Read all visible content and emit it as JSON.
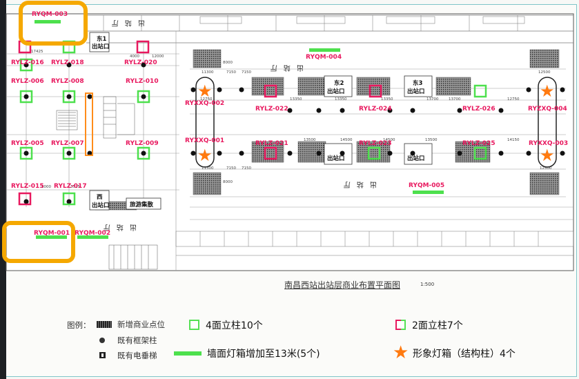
{
  "labels": [
    {
      "id": "ryqm-003",
      "text": "RYQM-003"
    },
    {
      "id": "ryqm-004",
      "text": "RYQM-004"
    },
    {
      "id": "ryqm-005",
      "text": "RYQM-005"
    },
    {
      "id": "ryqm-001",
      "text": "RYQM-001"
    },
    {
      "id": "ryqm-002",
      "text": "RYQM-002"
    },
    {
      "id": "rylz-016",
      "text": "RYLZ-016"
    },
    {
      "id": "rylz-018",
      "text": "RYLZ-018"
    },
    {
      "id": "rylz-020",
      "text": "RYLZ-020"
    },
    {
      "id": "rylz-006",
      "text": "RYLZ-006"
    },
    {
      "id": "rylz-008",
      "text": "RYLZ-008"
    },
    {
      "id": "rylz-010",
      "text": "RYLZ-010"
    },
    {
      "id": "rylz-005",
      "text": "RYLZ-005"
    },
    {
      "id": "rylz-007",
      "text": "RYLZ-007"
    },
    {
      "id": "rylz-009",
      "text": "RYLZ-009"
    },
    {
      "id": "rylz-015",
      "text": "RYLZ-015"
    },
    {
      "id": "rylz-017",
      "text": "RYLZ-017"
    },
    {
      "id": "rylz-022",
      "text": "RYLZ-022"
    },
    {
      "id": "rylz-024",
      "text": "RYLZ-024"
    },
    {
      "id": "rylz-026",
      "text": "RYLZ-026"
    },
    {
      "id": "rylz-021",
      "text": "RYLZ-021"
    },
    {
      "id": "rylz-023",
      "text": "RYLZ-023"
    },
    {
      "id": "rylz-025",
      "text": "RYLZ-025"
    },
    {
      "id": "ryxq-002",
      "text": "RYXXQ-002"
    },
    {
      "id": "ryxq-001",
      "text": "RYXXQ-001"
    },
    {
      "id": "ryxq-004",
      "text": "RYZXQ-004"
    },
    {
      "id": "ryxq-003",
      "text": "RYXXQ-003"
    }
  ],
  "plan_text": {
    "hall": "出 站 厅",
    "exit": "出站口",
    "east1": "东1",
    "east2": "东2",
    "east3": "东3",
    "west": "西",
    "tour": "旅游集散"
  },
  "title": "南昌西站出站层商业布置平面图",
  "scale": "1:500",
  "legend": {
    "heading": "图例：",
    "new_points": "新增商业点位",
    "frame_column": "既有框架柱",
    "elevator": "既有电垂梯",
    "four_face": "4面立柱10个",
    "two_face": "2面立柱7个",
    "wall_lightbox": "墙面灯箱增加至13米(5个)",
    "image_lightbox": "形象灯箱（结构柱）4个"
  },
  "colors": {
    "label": "#e8185e",
    "green": "#4de04d",
    "star": "#ff7a10",
    "highlight": "#f5a800"
  }
}
